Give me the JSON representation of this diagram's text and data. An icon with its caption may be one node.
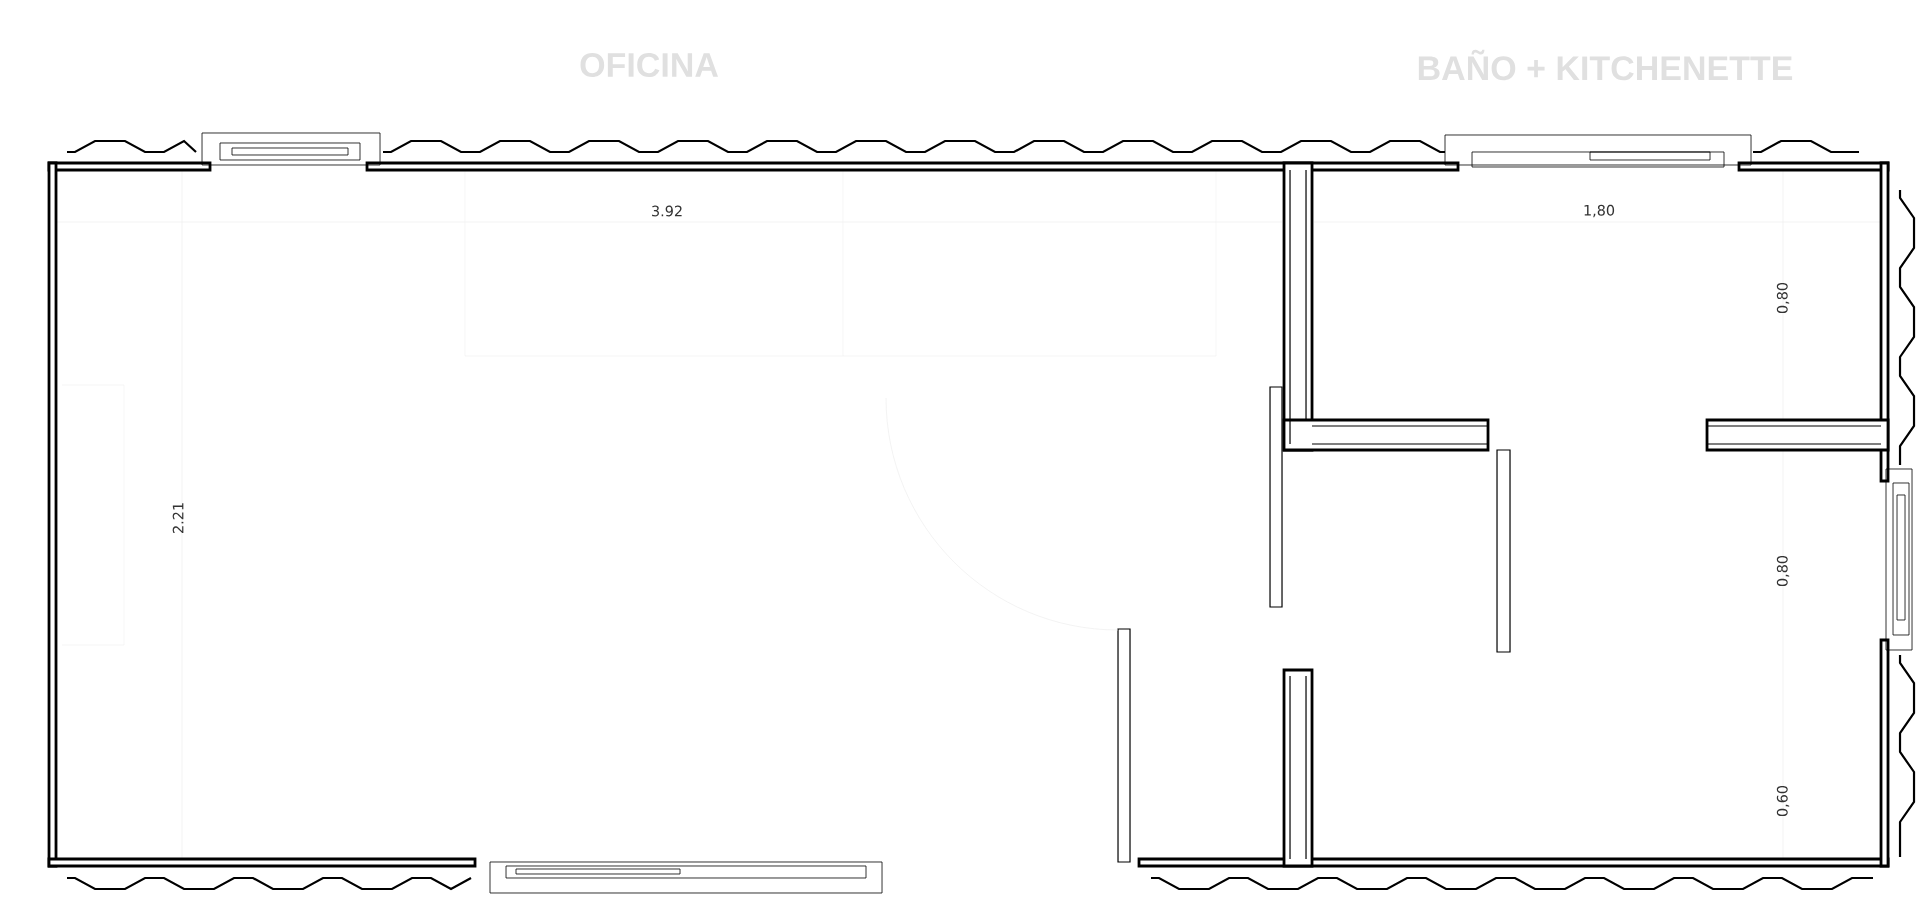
{
  "diagram": {
    "labels": [
      "OFICINA",
      "BAÑO + KITCHENETTE",
      "3.92",
      "1,80",
      "0,80",
      "2.21",
      "0,80",
      "0,60"
    ]
  }
}
